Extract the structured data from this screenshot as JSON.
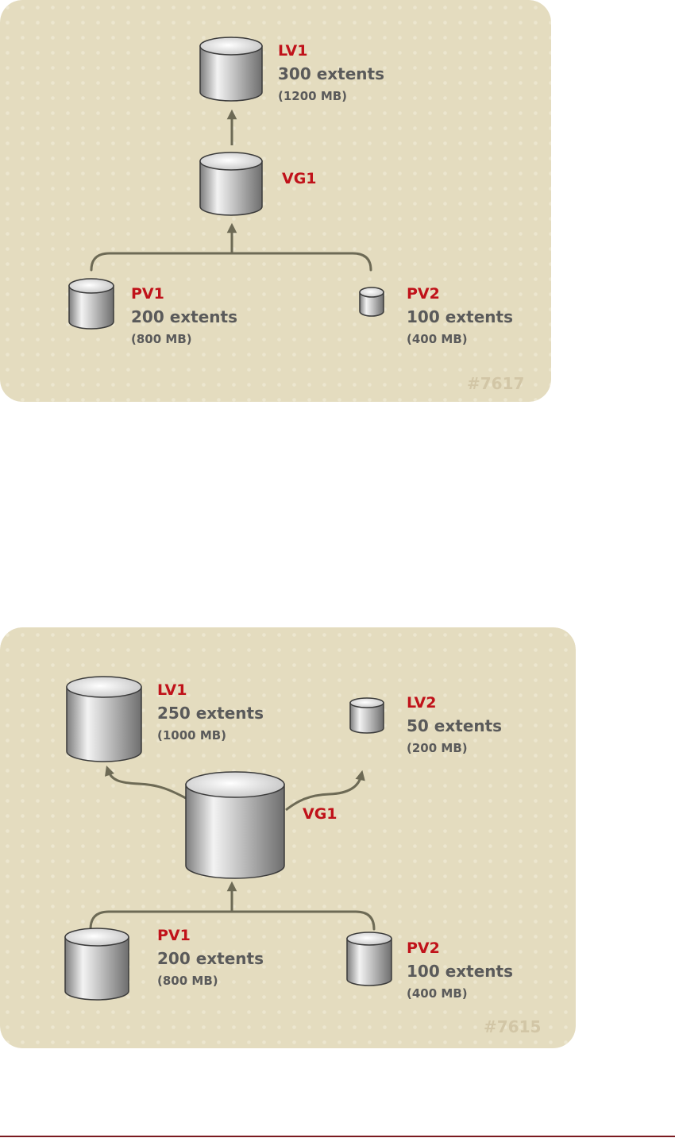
{
  "colors": {
    "panel_bg": "#e4dcbf",
    "label_name": "#c0121a",
    "label_text": "#5a5a5a",
    "figure_id": "#d2c6a6",
    "arrow": "#6d6a55",
    "footer_rule": "#7a1a1f"
  },
  "diagram1": {
    "figure_id": "#7617",
    "lv1": {
      "name": "LV1",
      "extents": "300 extents",
      "size": "(1200 MB)"
    },
    "vg1": {
      "name": "VG1"
    },
    "pv1": {
      "name": "PV1",
      "extents": "200 extents",
      "size": "(800 MB)"
    },
    "pv2": {
      "name": "PV2",
      "extents": "100 extents",
      "size": "(400 MB)"
    }
  },
  "diagram2": {
    "figure_id": "#7615",
    "lv1": {
      "name": "LV1",
      "extents": "250 extents",
      "size": "(1000 MB)"
    },
    "lv2": {
      "name": "LV2",
      "extents": "50 extents",
      "size": "(200 MB)"
    },
    "vg1": {
      "name": "VG1"
    },
    "pv1": {
      "name": "PV1",
      "extents": "200 extents",
      "size": "(800 MB)"
    },
    "pv2": {
      "name": "PV2",
      "extents": "100 extents",
      "size": "(400 MB)"
    }
  }
}
